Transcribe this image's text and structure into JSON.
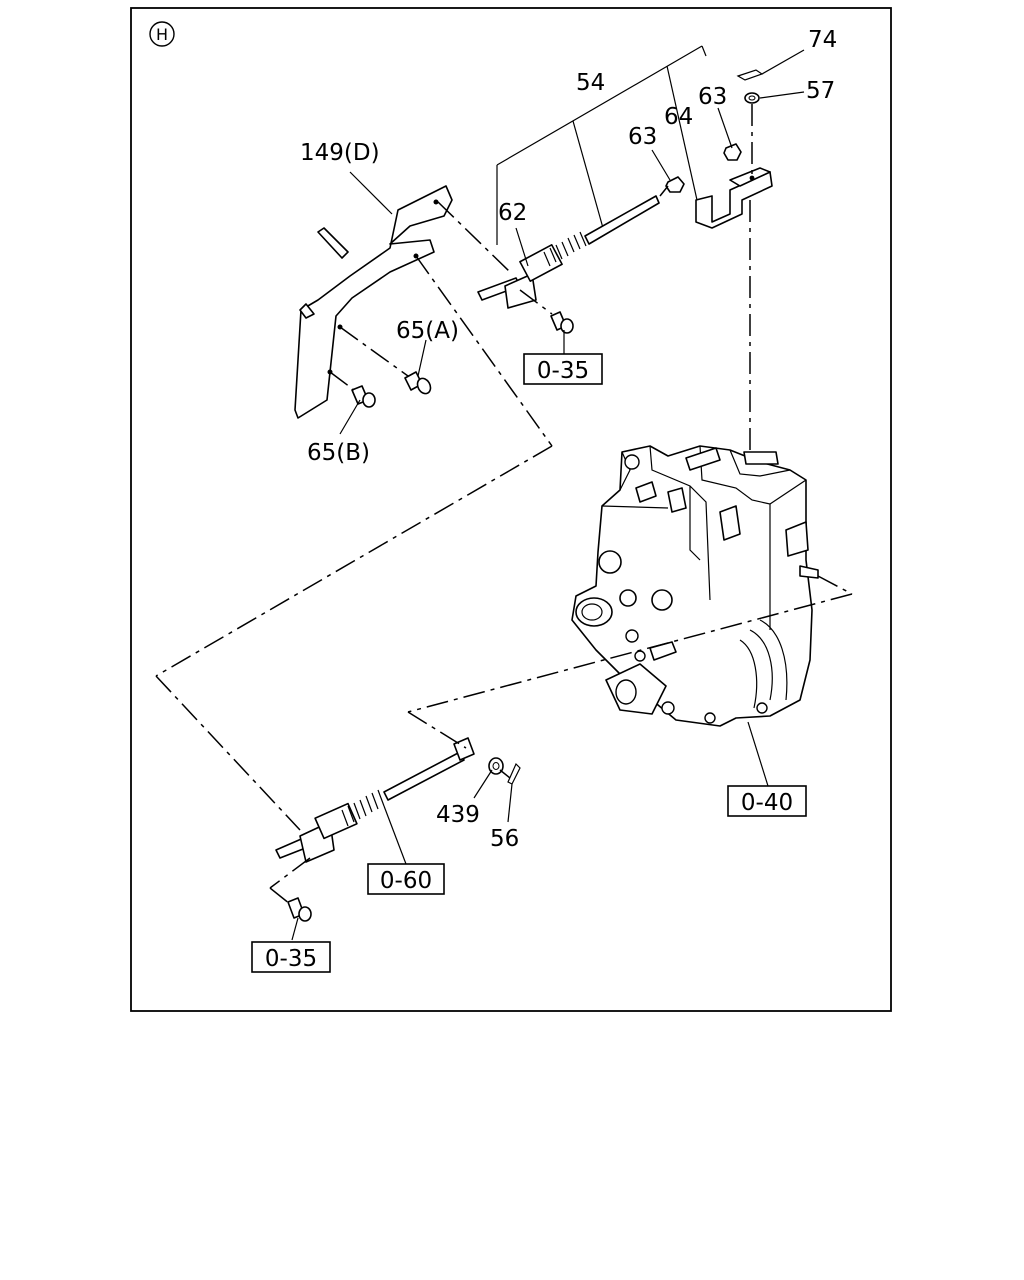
{
  "diagram": {
    "section_mark": "H",
    "part_labels": [
      "74",
      "57",
      "54",
      "63",
      "63",
      "64",
      "149(D)",
      "62",
      "65(A)",
      "65(B)",
      "439",
      "56"
    ],
    "reference_labels": [
      "0-35",
      "0-40",
      "0-60",
      "0-35"
    ]
  }
}
